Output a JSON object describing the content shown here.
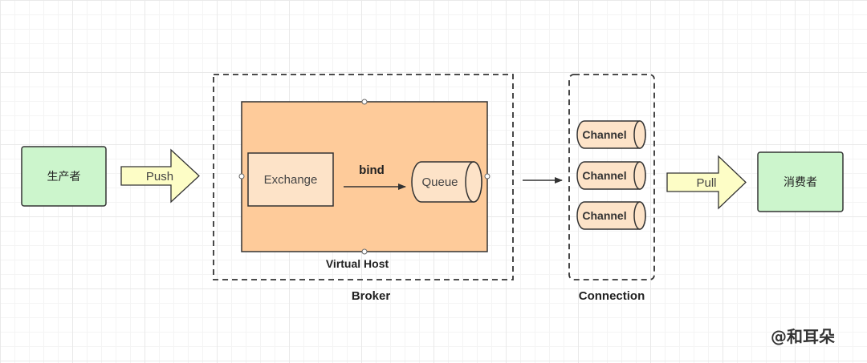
{
  "producer": {
    "label": "生产者"
  },
  "push_arrow": {
    "label": "Push"
  },
  "broker": {
    "label": "Broker",
    "virtual_host": {
      "label": "Virtual Host",
      "exchange": {
        "label": "Exchange"
      },
      "bind": {
        "label": "bind"
      },
      "queue": {
        "label": "Queue"
      }
    }
  },
  "connection": {
    "label": "Connection",
    "channels": [
      {
        "label": "Channel"
      },
      {
        "label": "Channel"
      },
      {
        "label": "Channel"
      }
    ]
  },
  "pull_arrow": {
    "label": "Pull"
  },
  "consumer": {
    "label": "消费者"
  },
  "watermark": {
    "text": "@和耳朵"
  },
  "colors": {
    "node_green": "#ccf5cc",
    "arrow_yellow": "#fdfdc6",
    "vhost_orange": "#fecb9a",
    "light_orange": "#fde3c8"
  }
}
